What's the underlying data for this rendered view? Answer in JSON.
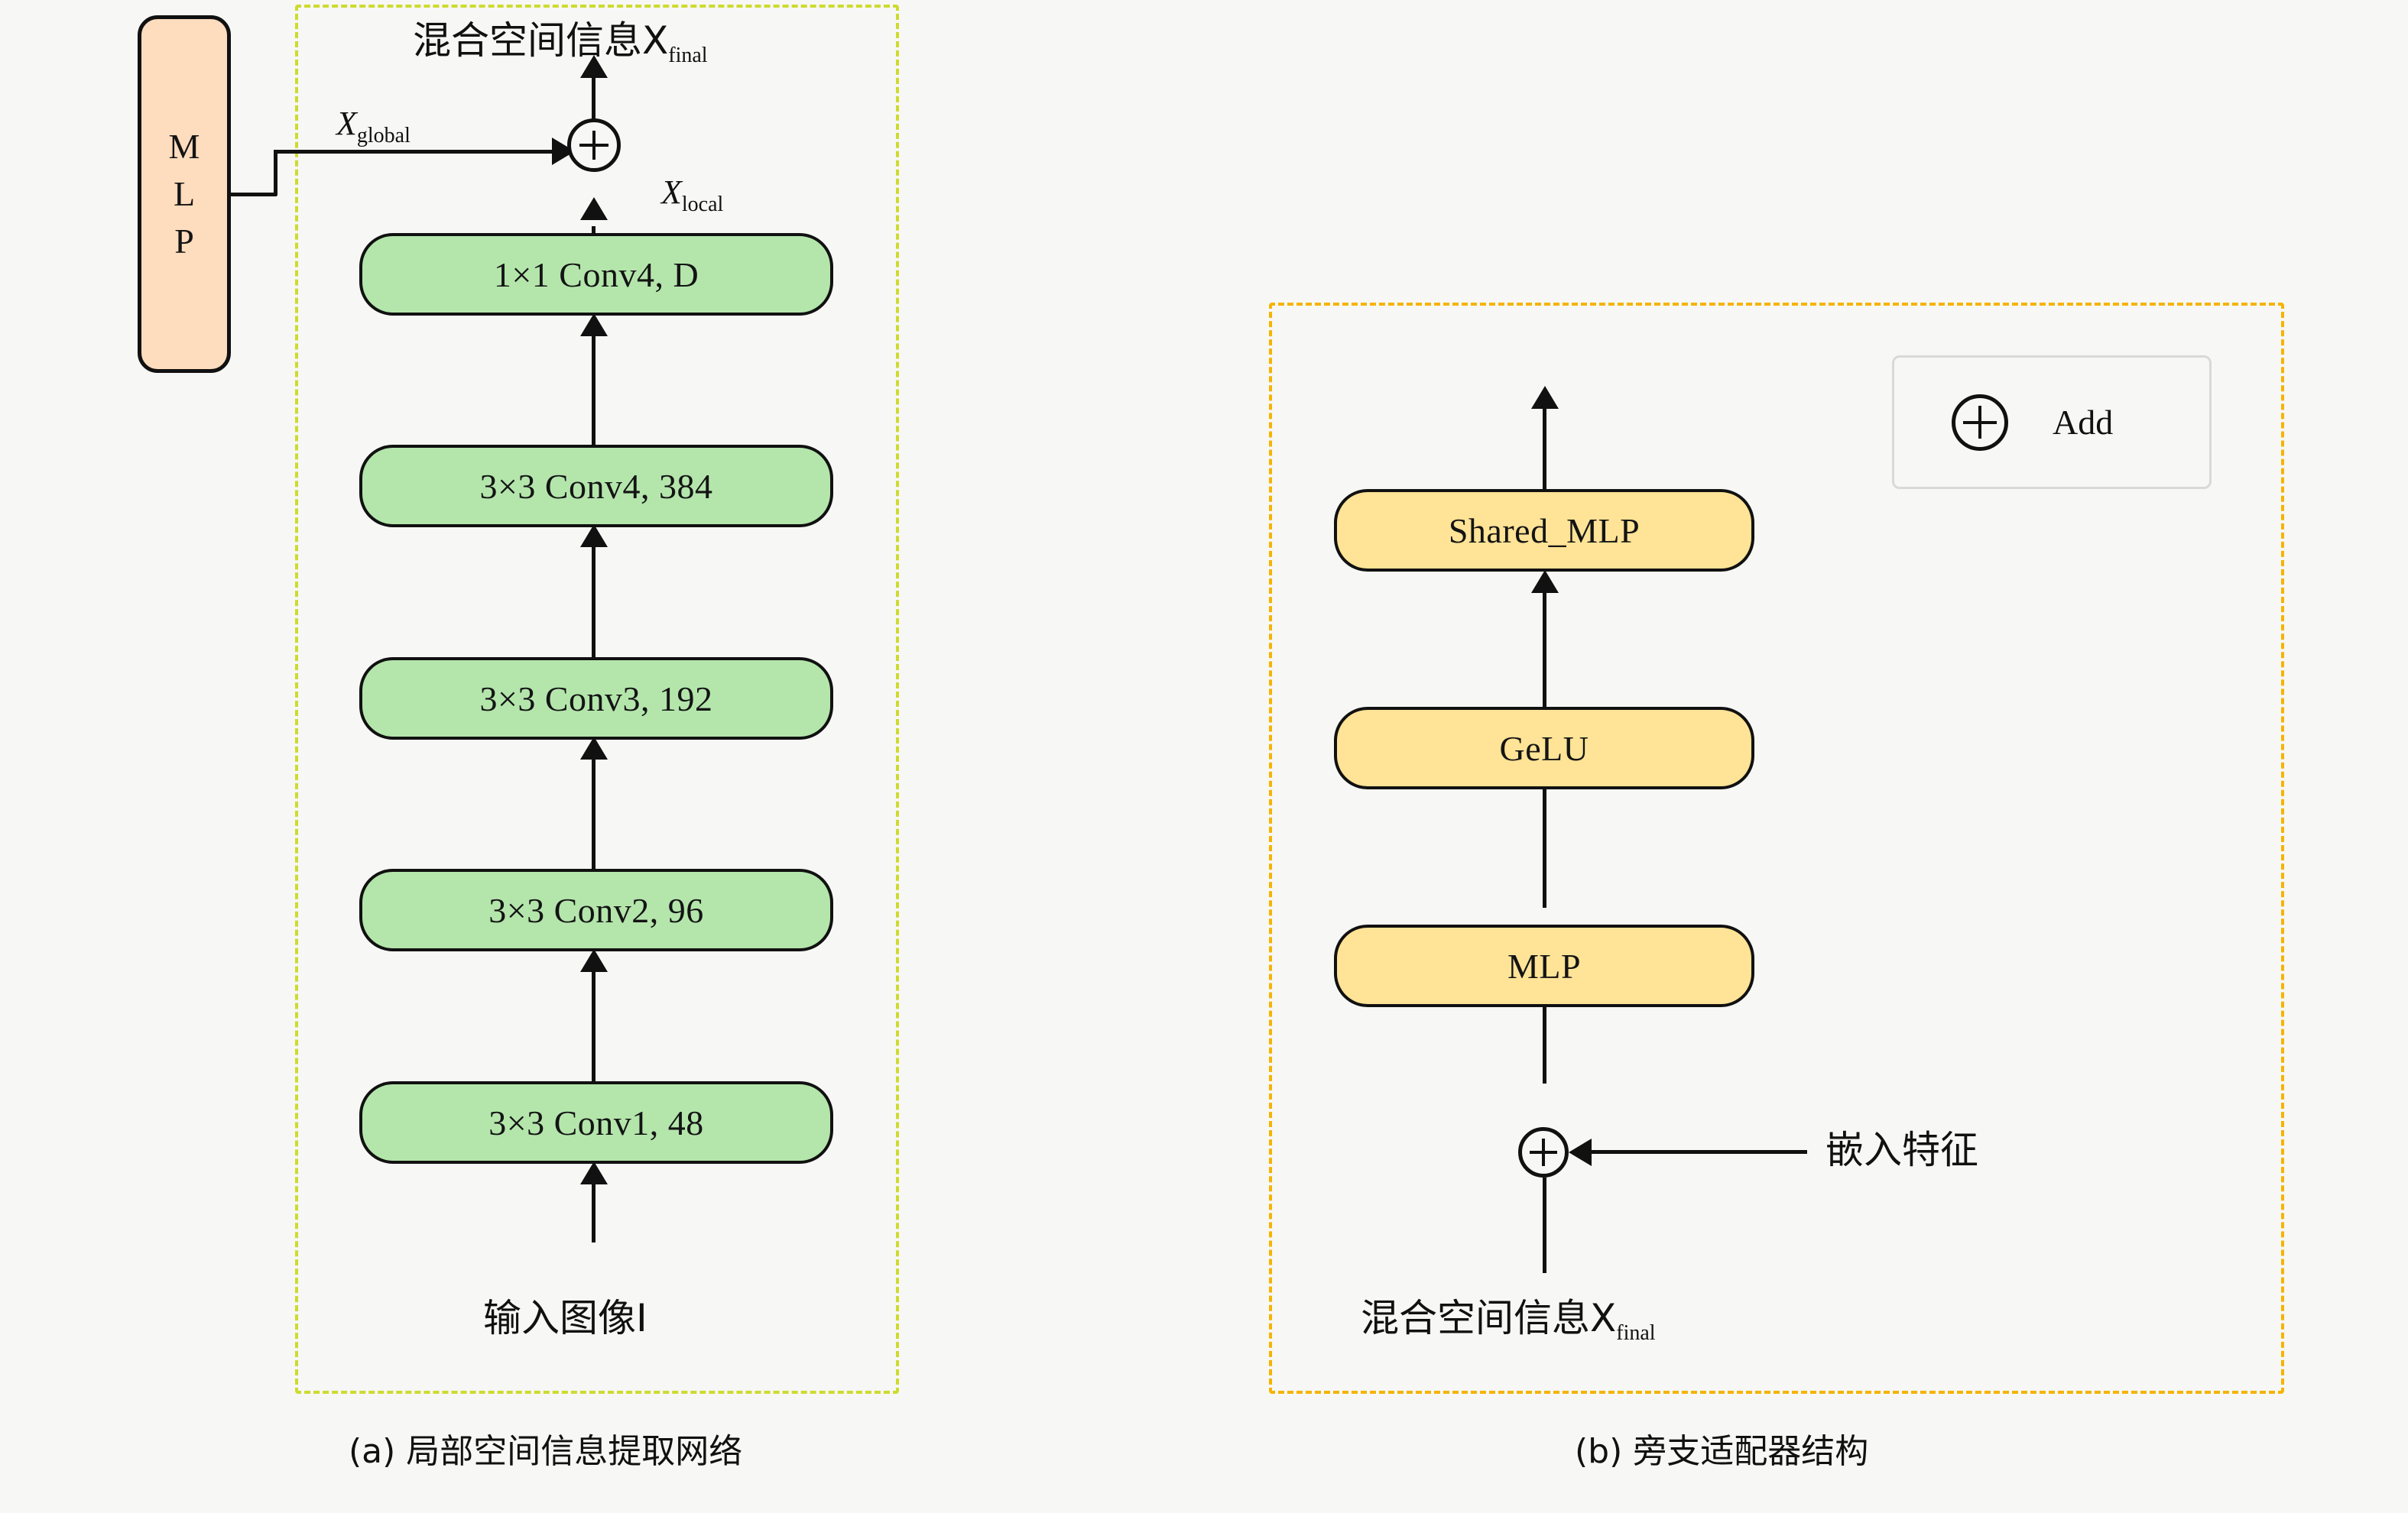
{
  "figure": {
    "background_color": "#f7f7f5",
    "panel_a": {
      "border_color": "#cddb2e",
      "caption": "(a) 局部空间信息提取网络",
      "top_label": "混合空间信息X",
      "top_label_sub": "final",
      "bottom_label": "输入图像I",
      "x_global_label": "X",
      "x_global_sub": "global",
      "x_local_label": "X",
      "x_local_sub": "local",
      "side_mlp": {
        "fill_color": "#fedcbe",
        "letters": [
          "M",
          "L",
          "P"
        ]
      },
      "blocks": [
        {
          "label": "1×1 Conv4, D",
          "fill_color": "#b4e6ac"
        },
        {
          "label": "3×3 Conv4, 384",
          "fill_color": "#b4e6ac"
        },
        {
          "label": "3×3 Conv3, 192",
          "fill_color": "#b4e6ac"
        },
        {
          "label": "3×3 Conv2, 96",
          "fill_color": "#b4e6ac"
        },
        {
          "label": "3×3 Conv1, 48",
          "fill_color": "#b4e6ac"
        }
      ]
    },
    "panel_b": {
      "border_color": "#f5b400",
      "caption": "(b) 旁支适配器结构",
      "bottom_label": "混合空间信息X",
      "bottom_label_sub": "final",
      "side_input_label": "嵌入特征",
      "blocks": [
        {
          "label": "Shared_MLP",
          "fill_color": "#ffe396"
        },
        {
          "label": "GeLU",
          "fill_color": "#ffe396"
        },
        {
          "label": "MLP",
          "fill_color": "#ffe396"
        }
      ],
      "legend": {
        "icon": "plus-circle-icon",
        "label": "Add"
      }
    }
  },
  "chart_data": {
    "type": "diagram",
    "title": "局部空间信息提取网络与旁支适配器结构",
    "panels": [
      {
        "id": "a",
        "caption": "(a) 局部空间信息提取网络",
        "nodes": [
          "输入图像I",
          "3×3 Conv1, 48",
          "3×3 Conv2, 96",
          "3×3 Conv3, 192",
          "3×3 Conv4, 384",
          "1×1 Conv4, D",
          "MLP",
          "Add"
        ],
        "edges": [
          [
            "输入图像I",
            "3×3 Conv1, 48"
          ],
          [
            "3×3 Conv1, 48",
            "3×3 Conv2, 96"
          ],
          [
            "3×3 Conv2, 96",
            "3×3 Conv3, 192"
          ],
          [
            "3×3 Conv3, 192",
            "3×3 Conv4, 384"
          ],
          [
            "3×3 Conv4, 384",
            "1×1 Conv4, D"
          ],
          [
            "1×1 Conv4, D",
            "Add"
          ],
          [
            "MLP",
            "Add"
          ],
          [
            "Add",
            "混合空间信息X_final"
          ]
        ]
      },
      {
        "id": "b",
        "caption": "(b) 旁支适配器结构",
        "nodes": [
          "混合空间信息X_final",
          "Add",
          "MLP",
          "GeLU",
          "Shared_MLP",
          "嵌入特征"
        ],
        "edges": [
          [
            "混合空间信息X_final",
            "Add"
          ],
          [
            "嵌入特征",
            "Add"
          ],
          [
            "Add",
            "MLP"
          ],
          [
            "MLP",
            "GeLU"
          ],
          [
            "GeLU",
            "Shared_MLP"
          ],
          [
            "Shared_MLP",
            "output"
          ]
        ]
      }
    ]
  }
}
